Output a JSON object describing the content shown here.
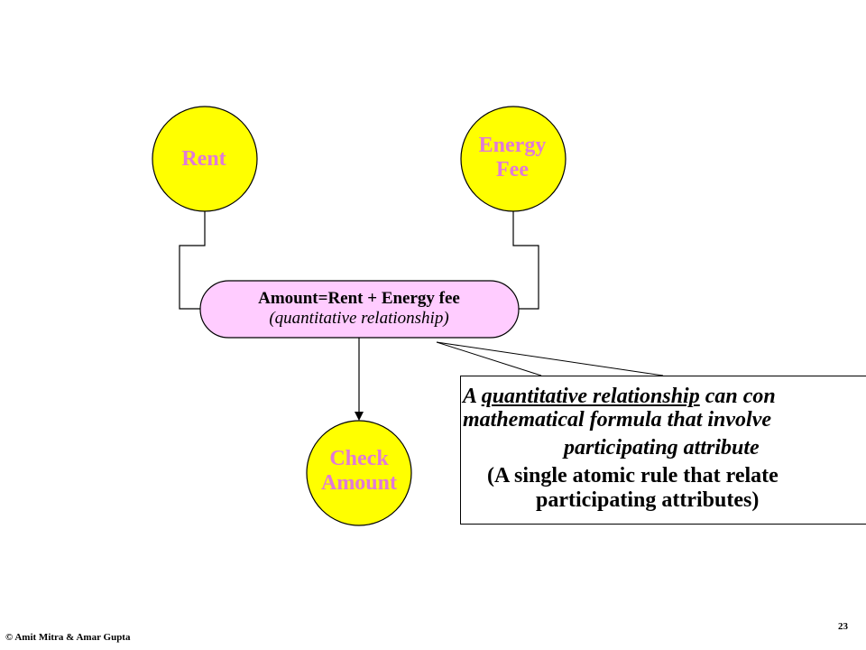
{
  "colors": {
    "node_fill": "#ffff00",
    "node_text": "#e07ad8",
    "relationship_fill": "#ffccff",
    "line": "#000000"
  },
  "nodes": {
    "rent": {
      "label": "Rent"
    },
    "energy_fee": {
      "line1": "Energy",
      "line2": "Fee"
    },
    "check_amount": {
      "line1": "Check",
      "line2": "Amount"
    }
  },
  "relationship": {
    "formula": "Amount=Rent + Energy fee",
    "type": "(quantitative relationship)"
  },
  "callout": {
    "line1_prefix": "A ",
    "line1_term": "quantitative relationship",
    "line1_suffix": " can con",
    "line2": "mathematical formula that involve",
    "line3": "participating attribute",
    "line4": "(A single atomic rule that relate",
    "line5": "participating attributes)"
  },
  "footer": {
    "copyright": "© Amit Mitra & Amar Gupta",
    "page_number": "23"
  }
}
